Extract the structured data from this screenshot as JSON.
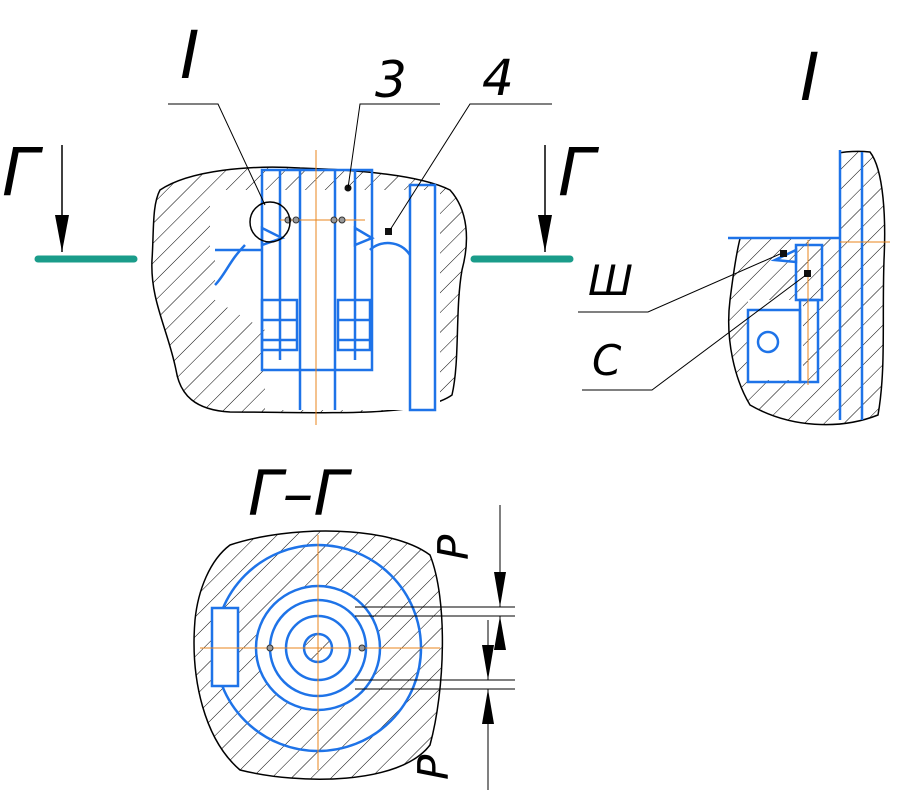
{
  "labels": {
    "detail_I": "I",
    "part_3": "3",
    "part_4": "4",
    "section_G": "Г",
    "section_title": "Г–Г",
    "detail_I_view": "I",
    "label_Sh": "Ш",
    "label_S": "С",
    "dim_P": "P"
  },
  "colors": {
    "outline": "#000000",
    "part": "#1e73e8",
    "axis": "#e8851e",
    "section_mark": "#1a9c8a"
  }
}
